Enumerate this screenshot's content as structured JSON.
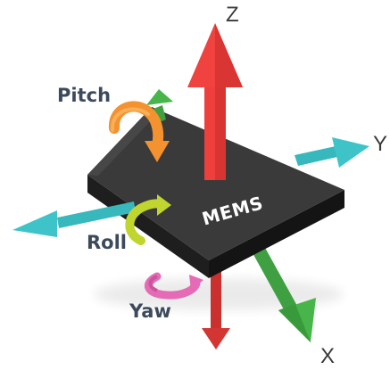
{
  "diagram": {
    "chip_label": "MEMS",
    "axes": [
      {
        "key": "z",
        "label": "Z",
        "color": "#ee3f3c"
      },
      {
        "key": "y",
        "label": "Y",
        "color": "#37b8bc"
      },
      {
        "key": "x",
        "label": "X",
        "color": "#47b549"
      }
    ],
    "rotations": [
      {
        "key": "pitch",
        "label": "Pitch",
        "color": "#f4922f"
      },
      {
        "key": "roll",
        "label": "Roll",
        "color": "#c1d52f"
      },
      {
        "key": "yaw",
        "label": "Yaw",
        "color": "#e56bb6"
      }
    ]
  }
}
